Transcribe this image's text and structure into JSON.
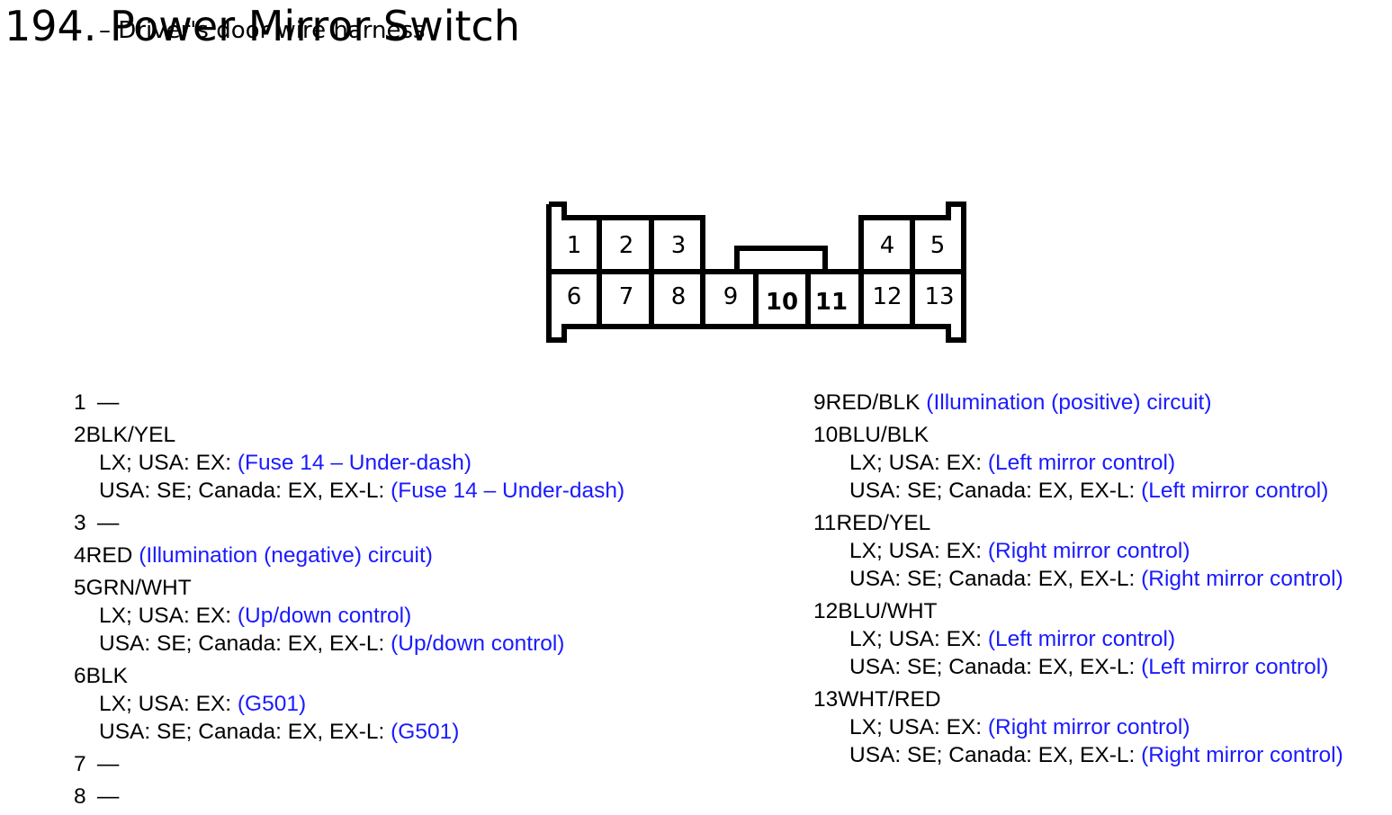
{
  "title": "194. Power Mirror Switch",
  "subtitle": "– Driver's door wire harness",
  "colors": {
    "link": "#1a1aff",
    "text": "#000000",
    "background": "#ffffff"
  },
  "connector": {
    "top_row": [
      "1",
      "2",
      "3",
      "4",
      "5"
    ],
    "bottom_row": [
      "6",
      "7",
      "8",
      "9",
      "10",
      "11",
      "12",
      "13"
    ]
  },
  "left_pins": [
    {
      "num": "1",
      "wire": "—",
      "desc": "",
      "subs": []
    },
    {
      "num": "2",
      "wire": "BLK/YEL",
      "desc": "",
      "subs": [
        {
          "label": "LX; USA: EX:",
          "link": "(Fuse 14 – Under-dash)"
        },
        {
          "label": "USA: SE; Canada: EX, EX-L:",
          "link": "(Fuse 14 – Under-dash)"
        }
      ]
    },
    {
      "num": "3",
      "wire": "—",
      "desc": "",
      "subs": []
    },
    {
      "num": "4",
      "wire": "RED",
      "desc": "(Illumination (negative) circuit)",
      "subs": []
    },
    {
      "num": "5",
      "wire": "GRN/WHT",
      "desc": "",
      "subs": [
        {
          "label": "LX; USA: EX:",
          "link": "(Up/down control)"
        },
        {
          "label": "USA: SE; Canada: EX, EX-L:",
          "link": "(Up/down control)"
        }
      ]
    },
    {
      "num": "6",
      "wire": "BLK",
      "desc": "",
      "subs": [
        {
          "label": "LX; USA: EX:",
          "link": "(G501)"
        },
        {
          "label": "USA: SE; Canada: EX, EX-L:",
          "link": "(G501)"
        }
      ]
    },
    {
      "num": "7",
      "wire": "—",
      "desc": "",
      "subs": []
    },
    {
      "num": "8",
      "wire": "—",
      "desc": "",
      "subs": []
    }
  ],
  "right_pins": [
    {
      "num": "9",
      "wire": "RED/BLK",
      "desc": "(Illumination (positive) circuit)",
      "subs": []
    },
    {
      "num": "10",
      "wire": "BLU/BLK",
      "desc": "",
      "subs": [
        {
          "label": "LX; USA: EX:",
          "link": "(Left mirror control)"
        },
        {
          "label": "USA: SE; Canada: EX, EX-L:",
          "link": "(Left mirror control)"
        }
      ]
    },
    {
      "num": "11",
      "wire": "RED/YEL",
      "desc": "",
      "subs": [
        {
          "label": "LX; USA: EX:",
          "link": "(Right mirror control)"
        },
        {
          "label": "USA: SE; Canada: EX, EX-L:",
          "link": "(Right mirror control)"
        }
      ]
    },
    {
      "num": "12",
      "wire": "BLU/WHT",
      "desc": "",
      "subs": [
        {
          "label": "LX; USA: EX:",
          "link": "(Left mirror control)"
        },
        {
          "label": "USA: SE; Canada: EX, EX-L:",
          "link": "(Left mirror control)"
        }
      ]
    },
    {
      "num": "13",
      "wire": "WHT/RED",
      "desc": "",
      "subs": [
        {
          "label": "LX; USA: EX:",
          "link": "(Right mirror control)"
        },
        {
          "label": "USA: SE; Canada: EX, EX-L:",
          "link": "(Right mirror control)"
        }
      ]
    }
  ]
}
